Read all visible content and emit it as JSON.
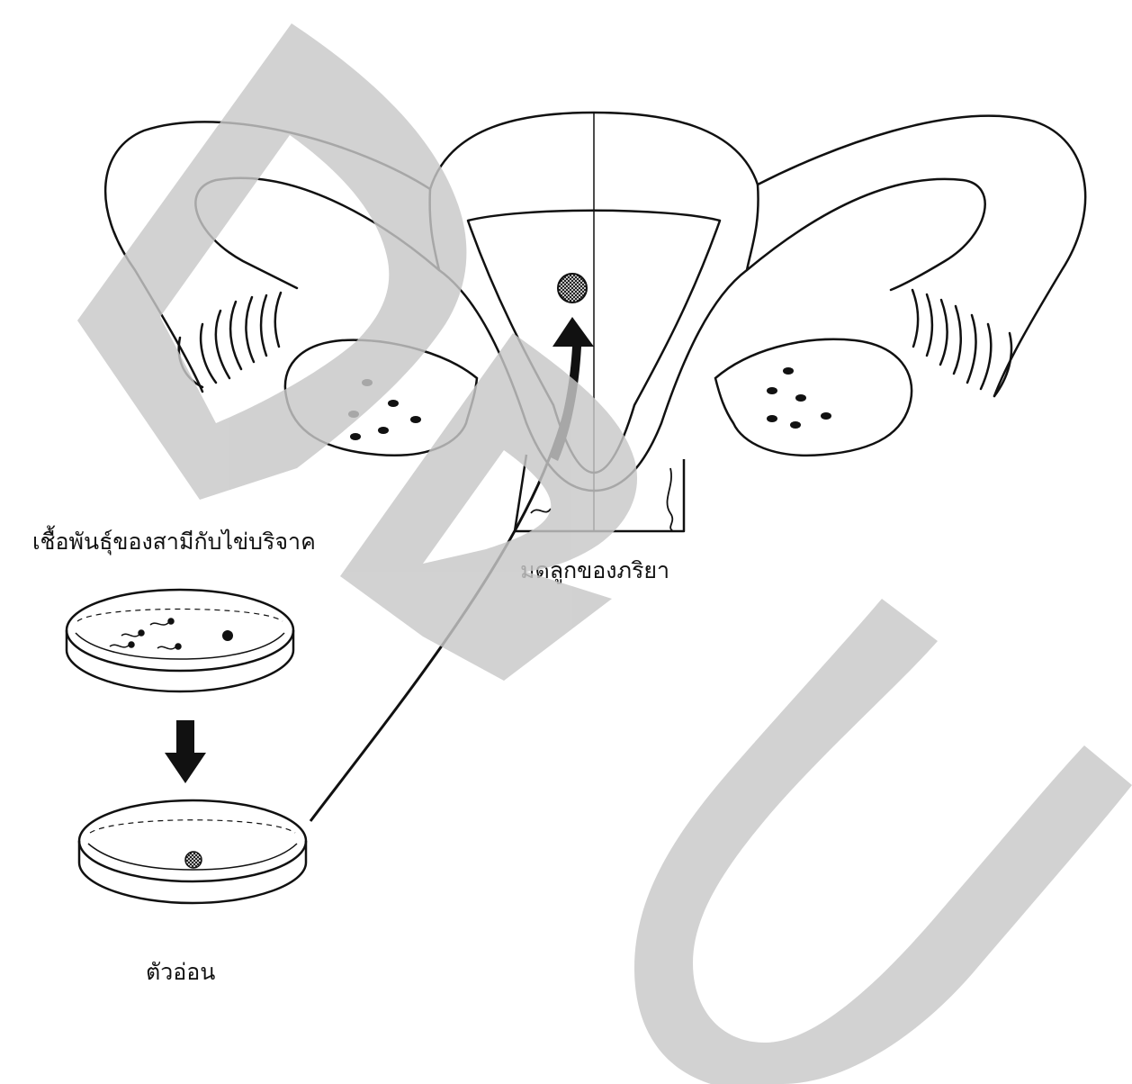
{
  "labels": {
    "uterus": "มดลูกของภริยา",
    "culture_dish": "เชื้อพันธุ์ของสามีกับไข่บริจาค",
    "embryo": "ตัวอ่อน"
  },
  "watermark": {
    "text": "DRU",
    "color": "#c8c8c8"
  },
  "colors": {
    "line": "#111111",
    "background": "#ffffff"
  }
}
